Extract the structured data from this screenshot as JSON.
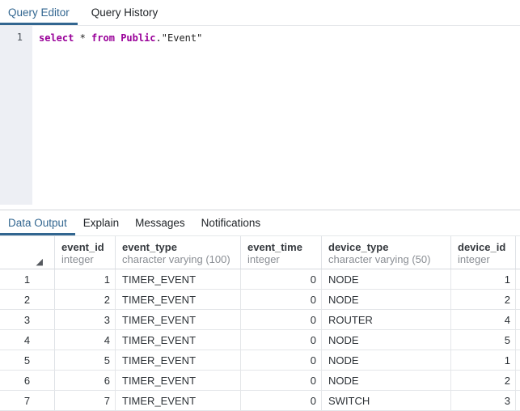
{
  "colors": {
    "accent": "#326690",
    "keyword": "#990099",
    "gutter_bg": "#edeff4"
  },
  "icons": {
    "select_all_triangle": "◢"
  },
  "query_editor_tabs": {
    "tabs": [
      {
        "label": "Query Editor",
        "active": true
      },
      {
        "label": "Query History",
        "active": false
      }
    ]
  },
  "sql_editor": {
    "line_number": "1",
    "tokens": [
      {
        "text": "select",
        "kind": "keyword"
      },
      {
        "text": " * ",
        "kind": "plain"
      },
      {
        "text": "from",
        "kind": "keyword"
      },
      {
        "text": " ",
        "kind": "plain"
      },
      {
        "text": "Public",
        "kind": "keyword"
      },
      {
        "text": ".",
        "kind": "plain"
      },
      {
        "text": "\"Event\"",
        "kind": "plain"
      }
    ]
  },
  "output_tabs": {
    "tabs": [
      {
        "label": "Data Output",
        "active": true
      },
      {
        "label": "Explain",
        "active": false
      },
      {
        "label": "Messages",
        "active": false
      },
      {
        "label": "Notifications",
        "active": false
      }
    ]
  },
  "grid": {
    "row_header_width": 68,
    "columns": [
      {
        "name": "event_id",
        "type": "integer",
        "align": "right",
        "width": 75
      },
      {
        "name": "event_type",
        "type": "character varying (100)",
        "align": "left",
        "width": 155
      },
      {
        "name": "event_time",
        "type": "integer",
        "align": "right",
        "width": 100
      },
      {
        "name": "device_type",
        "type": "character varying (50)",
        "align": "left",
        "width": 160
      },
      {
        "name": "device_id",
        "type": "integer",
        "align": "right",
        "width": 80
      }
    ],
    "rows": [
      {
        "row_number": "1",
        "cells": [
          "1",
          "TIMER_EVENT",
          "0",
          "NODE",
          "1"
        ]
      },
      {
        "row_number": "2",
        "cells": [
          "2",
          "TIMER_EVENT",
          "0",
          "NODE",
          "2"
        ]
      },
      {
        "row_number": "3",
        "cells": [
          "3",
          "TIMER_EVENT",
          "0",
          "ROUTER",
          "4"
        ]
      },
      {
        "row_number": "4",
        "cells": [
          "4",
          "TIMER_EVENT",
          "0",
          "NODE",
          "5"
        ]
      },
      {
        "row_number": "5",
        "cells": [
          "5",
          "TIMER_EVENT",
          "0",
          "NODE",
          "1"
        ]
      },
      {
        "row_number": "6",
        "cells": [
          "6",
          "TIMER_EVENT",
          "0",
          "NODE",
          "2"
        ]
      },
      {
        "row_number": "7",
        "cells": [
          "7",
          "TIMER_EVENT",
          "0",
          "SWITCH",
          "3"
        ]
      }
    ]
  }
}
